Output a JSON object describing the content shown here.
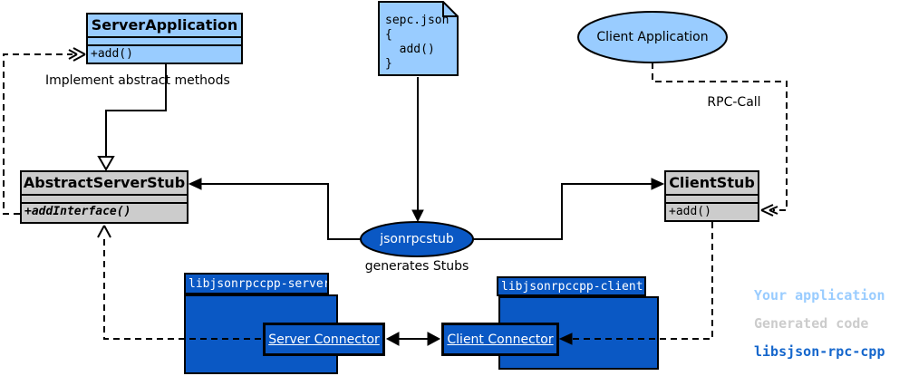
{
  "classes": {
    "server_application": {
      "title": "ServerApplication",
      "method": "+add()"
    },
    "abstract_server_stub": {
      "title": "AbstractServerStub",
      "method": "+addInterface()"
    },
    "client_stub": {
      "title": "ClientStub",
      "method": "+add()"
    }
  },
  "note": {
    "line1": "sepc.json",
    "line2": "{",
    "line3": "  add()",
    "line4": "}"
  },
  "nodes": {
    "client_application": "Client Application",
    "jsonrpcstub": "jsonrpcstub"
  },
  "labels": {
    "implement": "Implement abstract methods",
    "rpc_call": "RPC-Call",
    "generates_stubs": "generates Stubs"
  },
  "packages": {
    "server": {
      "name": "libjsonrpccpp-server",
      "connector": "Server Connector"
    },
    "client": {
      "name": "libjsonrpccpp-client",
      "connector": "Client Connector"
    }
  },
  "legend": {
    "your_application": "Your application",
    "generated_code": "Generated code",
    "library": "libsjson-rpc-cpp"
  },
  "colors": {
    "your_application_fill": "#99ccff",
    "generated_code_fill": "#cccccc",
    "library_fill": "#0a58c4",
    "legend_library_text": "#1466cc",
    "line": "#000000"
  }
}
